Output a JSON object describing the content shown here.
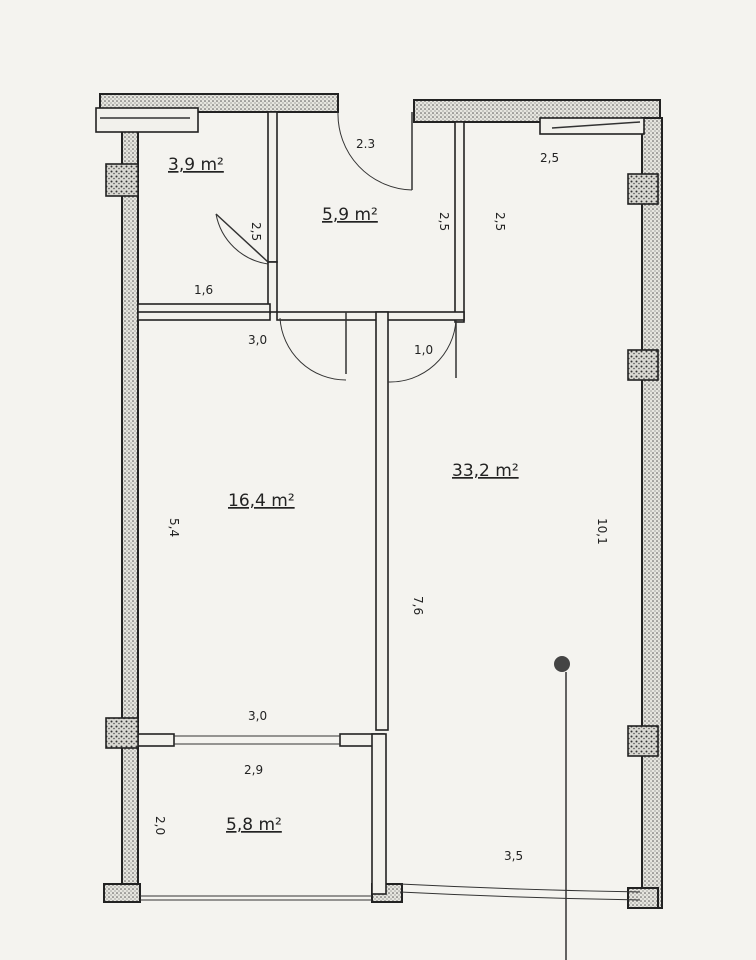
{
  "rooms": [
    {
      "id": "wc",
      "area": "3,9 m²"
    },
    {
      "id": "bathroom",
      "area": "5,9 m²"
    },
    {
      "id": "bedroom",
      "area": "16,4 m²"
    },
    {
      "id": "living",
      "area": "33,2 m²"
    },
    {
      "id": "balcony",
      "area": "5,8 m²"
    }
  ],
  "dimensions": {
    "wc_width": "1,6",
    "wc_door": "2,5",
    "bath_door": "2.3",
    "bath_height": "2,5",
    "hall_width_top": "2,5",
    "hall_height": "2,5",
    "bedroom_width_top": "3,0",
    "hall_door": "1,0",
    "bedroom_height": "5,4",
    "living_length": "10,1",
    "hall_length": "7,6",
    "bedroom_width_bottom": "3,0",
    "balcony_width": "2,9",
    "balcony_depth": "2,0",
    "living_width_bottom": "3,5"
  }
}
